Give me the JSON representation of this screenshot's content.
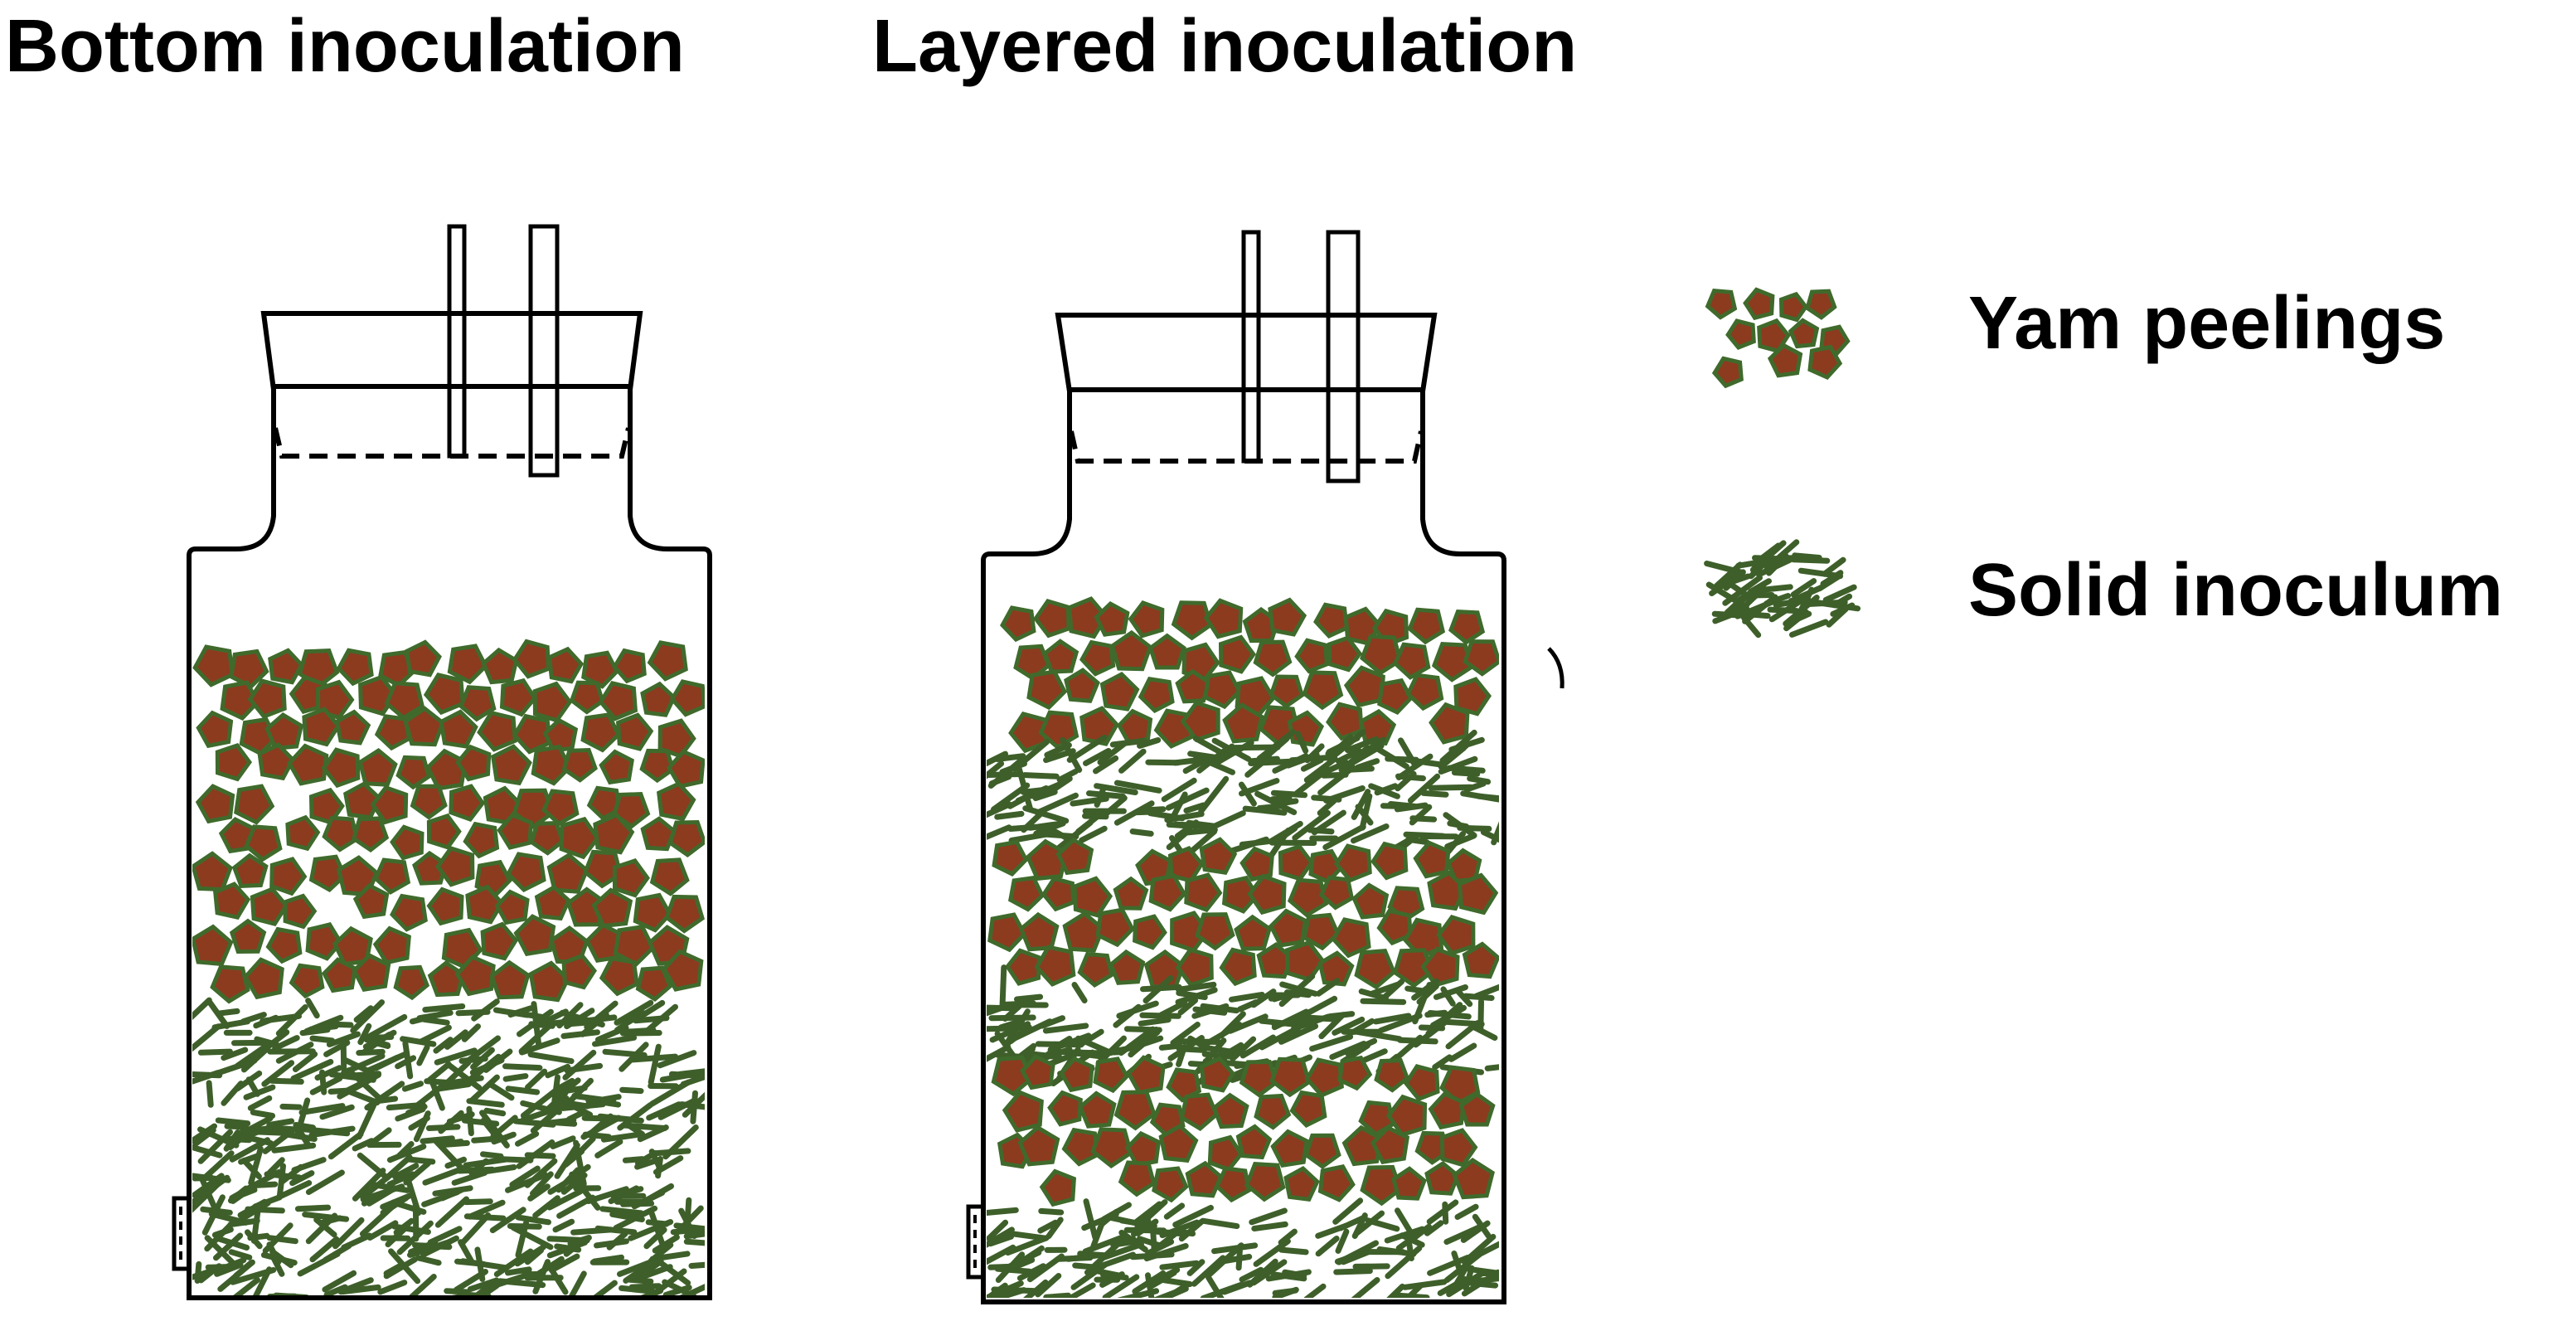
{
  "titles": {
    "bottom": "Bottom inoculation",
    "layered": "Layered inoculation"
  },
  "legend": {
    "yam_label": "Yam peelings",
    "inoculum_label": "Solid inoculum"
  },
  "colors": {
    "yam_fill": "#8c3b1f",
    "yam_edge": "#3f6a2c",
    "inoculum": "#3e5f2a",
    "outline": "#000000",
    "background": "#ffffff"
  }
}
